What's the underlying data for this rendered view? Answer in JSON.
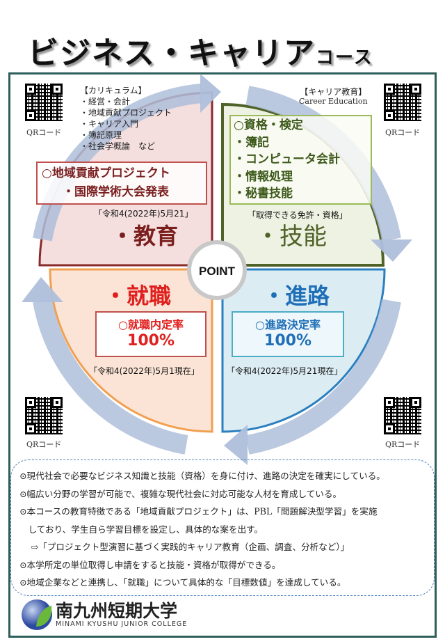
{
  "title": {
    "main": "ビジネス・キャリア",
    "suffix": "コース"
  },
  "qr_label": "QRコード",
  "curriculum": {
    "heading": "【カリキュラム】",
    "items": [
      "・経営・会計",
      "・地域貢献プロジェクト",
      "・キャリア入門",
      "・簿記原理",
      "・社会学概論　など"
    ]
  },
  "career": {
    "heading": "【キャリア教育】",
    "subheading": "Career Education"
  },
  "education": {
    "box_lines": [
      "○地域貢献プロジェクト",
      "・国際学術大会発表"
    ],
    "date": "「令和4(2022年)5月21」",
    "label": "・教育"
  },
  "skills": {
    "box_lines": [
      "○資格・検定",
      "・簿記",
      "・コンピュータ会計",
      "・情報処理",
      "・秘書技能"
    ],
    "caption": "「取得できる免許・資格」",
    "label": "・技能"
  },
  "employment": {
    "label": "・就職",
    "box_title": "○就職内定率",
    "value": "100%",
    "date": "「令和4(2022年)5月1現在」"
  },
  "career_path": {
    "label": "・進路",
    "box_title": "○進路決定率",
    "value": "100%",
    "date": "「令和4(2022年)5月21現在」"
  },
  "center": "POINT",
  "notes": [
    "⊙現代社会で必要なビジネス知識と技能（資格）を身に付け、進路の決定を確実にしている。",
    "⊙幅広い分野の学習が可能で、複雑な現代社会に対応可能な人材を育成している。",
    "⊙本コースの教育特徴である「地域貢献プロジェクト」は、PBL「問題解決型学習」を実施",
    "　しており、学生自ら学習目標を設定し、具体的な案を出す。",
    "　 ⇨「プロジェクト型演習に基づく実践的キャリア教育（企画、調査、分析など）」",
    "⊙本学所定の単位取得し申請をすると技能・資格が取得ができる。",
    "⊙地域企業などと連携し、「就職」について具体的な「目標数値」を達成している。"
  ],
  "logo": {
    "name": "南九州短期大学",
    "english": "MINAMI KYUSHU JUNIOR COLLEGE"
  },
  "colors": {
    "education": "#7a1e1e",
    "skills": "#4f6228",
    "employment": "#e0201e",
    "career_path": "#1f6fb8",
    "arrow": "#b4c4dc",
    "frame": "#2e5e5a"
  }
}
